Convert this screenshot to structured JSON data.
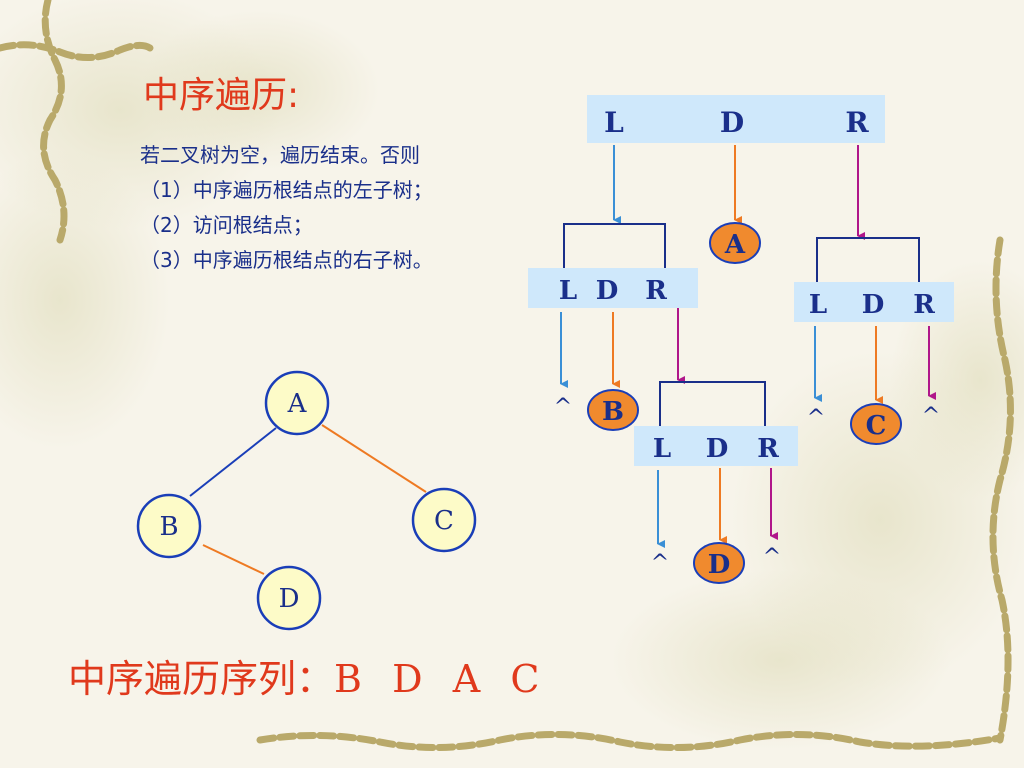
{
  "slide": {
    "title": "中序遍历:",
    "description": [
      "若二叉树为空，遍历结束。否则",
      "（1）中序遍历根结点的左子树；",
      "（2）访问根结点；",
      "（3）中序遍历根结点的右子树。"
    ],
    "sequence_label": "中序遍历序列：",
    "sequence_value": "B  D  A  C"
  },
  "tree": {
    "nodes": [
      "A",
      "B",
      "C",
      "D"
    ],
    "edges": [
      [
        "A",
        "B"
      ],
      [
        "A",
        "C"
      ],
      [
        "B",
        "D"
      ]
    ]
  },
  "ldr": {
    "L": "L",
    "D": "D",
    "R": "R",
    "null_symbol": "^"
  },
  "colors": {
    "title": "#e0391c",
    "text": "#1a2f8a",
    "box_fill": "#cfe8fb",
    "node_fill": "#fdfbc8",
    "visit_fill": "#f08a2e",
    "arrow_L": "#3a8fd6",
    "arrow_D": "#ee7a23",
    "arrow_R": "#b0168a",
    "edge_left": "#1a3eb8",
    "edge_right": "#ee7a23"
  }
}
